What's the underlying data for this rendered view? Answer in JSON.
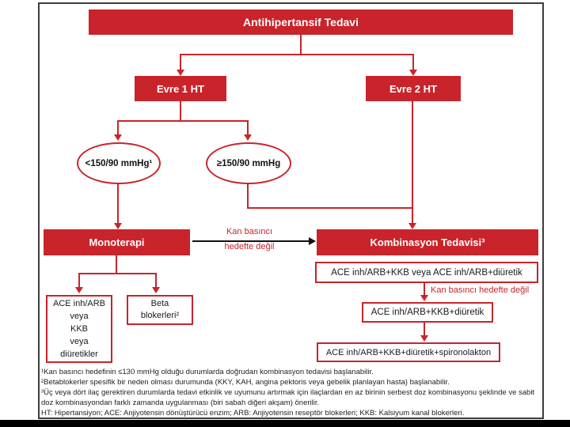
{
  "palette": {
    "red": "#c9242b",
    "arrow_black": "#111111",
    "frame_border": "#3c3c3c",
    "background": "#ffffff"
  },
  "flow": {
    "title": "Antihipertansif Tedavi",
    "stage1": "Evre 1 HT",
    "stage2": "Evre 2 HT",
    "bp_below_target": "<150/90 mmHg¹",
    "bp_above_target": "≥150/90 mmHg",
    "monotherapy": "Monoterapi",
    "combination": "Kombinasyon Tedavisi³",
    "not_at_target_line1": "Kan basıncı",
    "not_at_target_line2": "hedefte değil",
    "not_at_target_inline": "Kan basıncı hedefte değil",
    "combo_step1": "ACE inh/ARB+KKB veya ACE inh/ARB+diüretik",
    "combo_step2": "ACE inh/ARB+KKB+diüretik",
    "combo_step3": "ACE inh/ARB+KKB+diüretik+spironolakton",
    "mono_drugs": [
      "ACE inh/ARB",
      "veya",
      "KKB",
      "veya",
      "diüretikler"
    ],
    "beta_blockers": [
      "Beta",
      "blokerleri²"
    ]
  },
  "footnotes": [
    "¹Kan basıncı hedefinin ≤130 mmHg olduğu durumlarda doğrudan kombinasyon tedavisi başlanabilir.",
    "²Betablokerler spesifik bir neden olması durumunda (KKY, KAH, angina pektoris veya gebelik planlayan hasta) başlanabilir.",
    "³Üç veya dört ilaç gerektiren durumlarda tedavi etkinlik ve uyumunu artırmak için ilaçlardan en az birinin serbest doz kombinasyonu şeklinde ve sabit doz kombinasyondan farklı zamanda uygulanması (biri sabah diğeri akşam) önerilir.",
    "HT: Hipertansiyon; ACE: Anjiyotensin dönüştürücü enzim; ARB: Anjiyotensin reseptör blokerleri; KKB: Kalsiyum kanal blokerleri."
  ]
}
